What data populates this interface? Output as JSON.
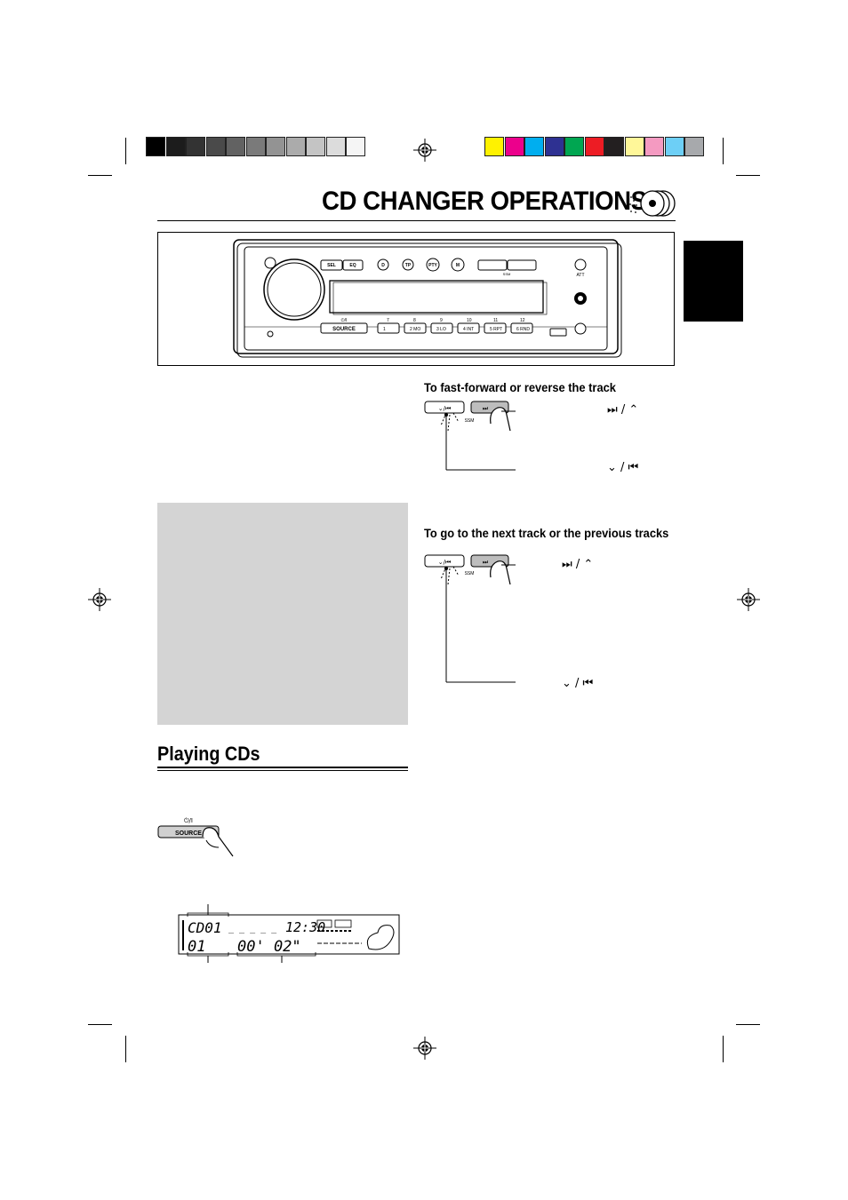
{
  "page": {
    "title": "CD CHANGER OPERATIONS",
    "colors": {
      "gray_scale": [
        "#000000",
        "#1c1c1c",
        "#333333",
        "#4a4a4a",
        "#626262",
        "#7a7a7a",
        "#939393",
        "#ababab",
        "#c4c4c4",
        "#dcdcdc",
        "#f5f5f5"
      ],
      "color_bar": [
        "#fff200",
        "#ec008c",
        "#00aeef",
        "#2e3192",
        "#00a651",
        "#ed1c24",
        "#231f20",
        "#fff799",
        "#f49ac1",
        "#6dcff6",
        "#a7a9ac"
      ],
      "gray_box": "#d4d4d4"
    }
  },
  "unit": {
    "buttons_top": [
      "SEL",
      "EQ",
      "D",
      "TP",
      "PTY",
      "M"
    ],
    "source_label": "SOURCE",
    "att_label": "ATT",
    "ssm_label": "SSM",
    "preset_buttons": [
      "1",
      "2",
      "3",
      "4",
      "5",
      "6"
    ],
    "preset_small": [
      "",
      "MO",
      "LO",
      "INT",
      "RPT",
      "RND"
    ],
    "preset_top_labels": [
      "7",
      "8",
      "9",
      "10",
      "11",
      "12"
    ],
    "power_label": "⏻/I"
  },
  "sections": {
    "fast_forward_heading": "To fast-forward or reverse the track",
    "next_track_heading": "To go to the next track or the previous tracks",
    "playing_heading": "Playing CDs"
  },
  "callouts": {
    "ff_up": "⏭ / ⌃",
    "ff_down": "⌄ / ⏮",
    "next_up": "⏭ / ⌃",
    "next_down": "⌄ / ⏮"
  },
  "small_buttons": {
    "down_label": "⌄/⏮",
    "up_label": "⏭⌃",
    "ssm": "SSM"
  },
  "source_illustration": {
    "power_label": "⏻/I",
    "button_label": "SOURCE"
  },
  "lcd": {
    "disc": "CD01",
    "time": "12:30",
    "track": "01",
    "elapsed": "00' 02\""
  }
}
